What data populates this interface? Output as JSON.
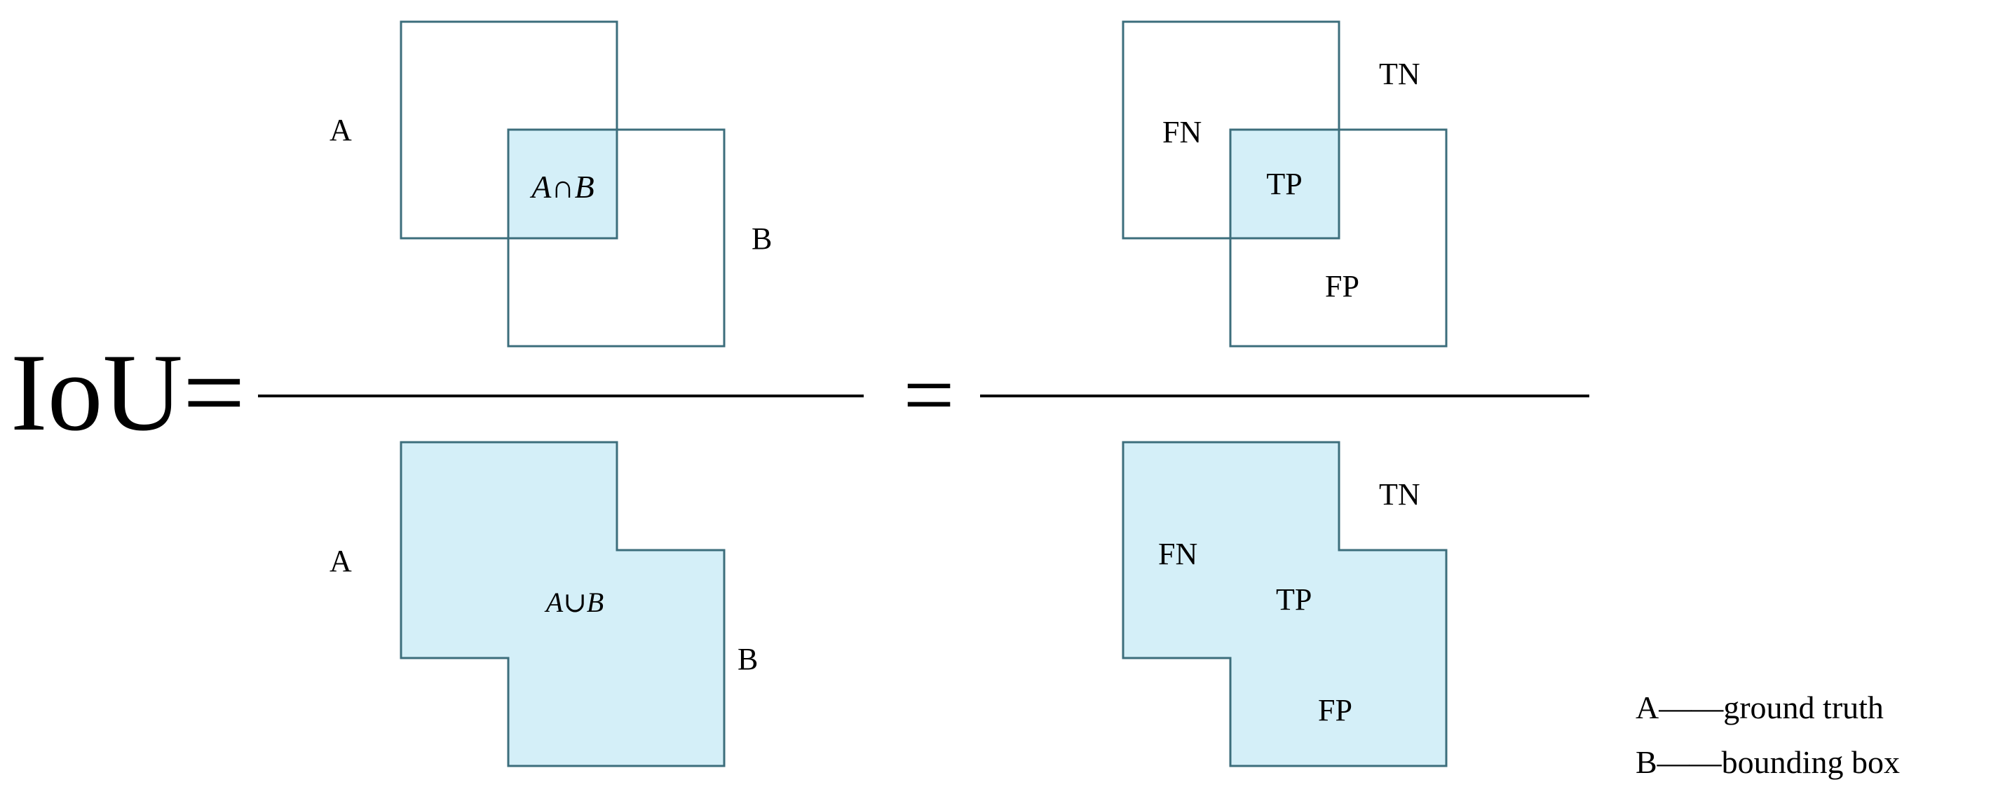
{
  "colors": {
    "fill": "#d4eff8",
    "stroke": "#3c6e7c",
    "line": "#000000",
    "text": "#000000"
  },
  "equation": {
    "lhs": "IoU=",
    "equals": "="
  },
  "numerator_left": {
    "label_a": "A",
    "label_b": "B",
    "intersection": "A∩B"
  },
  "denominator_left": {
    "label_a": "A",
    "label_b": "B",
    "union": "A∪B"
  },
  "numerator_right": {
    "tn": "TN",
    "fn": "FN",
    "tp": "TP",
    "fp": "FP"
  },
  "denominator_right": {
    "tn": "TN",
    "fn": "FN",
    "tp": "TP",
    "fp": "FP"
  },
  "legend": {
    "a": "A——ground truth",
    "b": "B——bounding box"
  }
}
